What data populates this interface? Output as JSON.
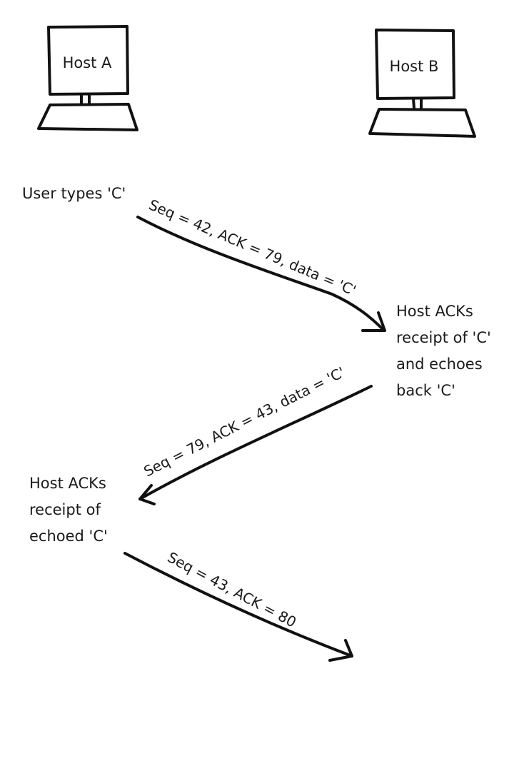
{
  "hosts": {
    "a": {
      "label": "Host A"
    },
    "b": {
      "label": "Host B"
    }
  },
  "notes": {
    "user_types": "User types 'C'",
    "host_b_ack": [
      "Host ACKs",
      "receipt of 'C'",
      "and echoes",
      "back 'C'"
    ],
    "host_a_ack": [
      "Host ACKs",
      "receipt of",
      "echoed 'C'"
    ]
  },
  "messages": [
    {
      "label": "Seq = 42, ACK = 79, data = 'C'",
      "direction": "A to B"
    },
    {
      "label": "Seq = 79, ACK = 43, data = 'C'",
      "direction": "B to A"
    },
    {
      "label": "Seq = 43, ACK = 80",
      "direction": "A to B"
    }
  ]
}
